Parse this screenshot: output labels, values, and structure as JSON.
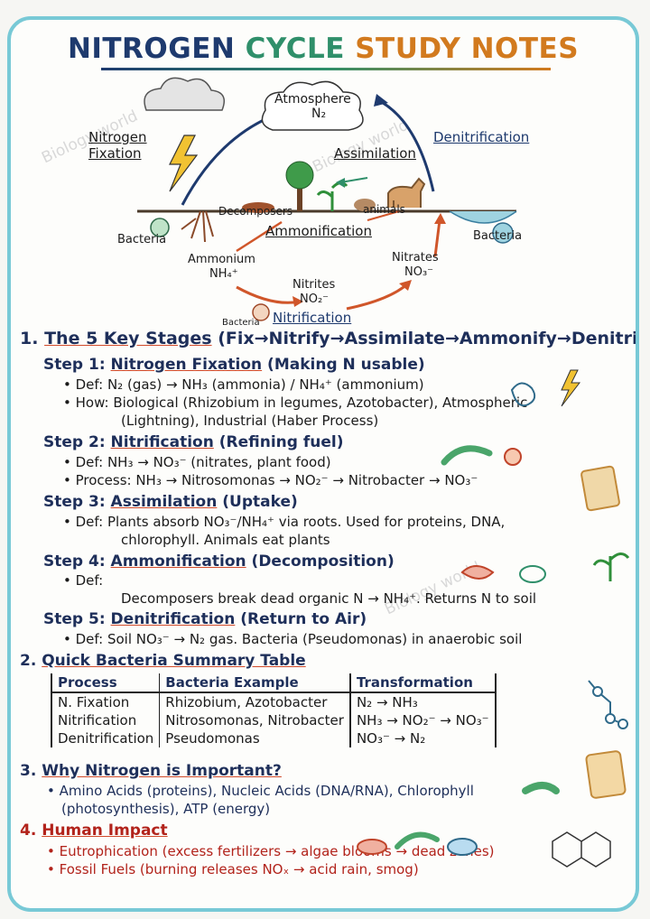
{
  "title": {
    "part1": "NITROGEN",
    "part2": "CYCLE",
    "part3": "STUDY NOTES"
  },
  "diagram": {
    "atmosphere": "Atmosphere",
    "atmosphere_formula": "N₂",
    "nitrogen_fixation": "Nitrogen",
    "nitrogen_fixation2": "Fixation",
    "denitrification": "Denitrification",
    "assimilation": "Assimilation",
    "decomposers": "Decomposers",
    "animals": "animals",
    "ammonification": "Ammonification",
    "bacteria_left": "Bacteria",
    "bacteria_right": "Bacteria",
    "bacteria_bottom": "Bacteria",
    "ammonium": "Ammonium",
    "ammonium_formula": "NH₄⁺",
    "nitrates": "Nitrates",
    "nitrates_formula": "NO₃⁻",
    "nitrites": "Nitrites",
    "nitrites_formula": "NO₂⁻",
    "nitrification": "Nitrification",
    "watermark": "Biology world"
  },
  "section1": {
    "number": "1.",
    "heading": "The 5 Key Stages",
    "subtitle": "(Fix→Nitrify→Assimilate→Ammonify→Denitrify)",
    "steps": [
      {
        "label": "Step 1:",
        "name": "Nitrogen Fixation",
        "note": "(Making N usable)",
        "lines": [
          "• Def: N₂ (gas) → NH₃ (ammonia) / NH₄⁺ (ammonium)",
          "• How: Biological (Rhizobium in legumes, Azotobacter), Atmospheric",
          "(Lightning), Industrial (Haber Process)"
        ]
      },
      {
        "label": "Step 2:",
        "name": "Nitrification",
        "note": "(Refining fuel)",
        "lines": [
          "• Def: NH₃ → NO₃⁻ (nitrates, plant food)",
          "• Process: NH₃ → Nitrosomonas → NO₂⁻ → Nitrobacter → NO₃⁻"
        ]
      },
      {
        "label": "Step 3:",
        "name": "Assimilation",
        "note": "(Uptake)",
        "lines": [
          "• Def: Plants absorb NO₃⁻/NH₄⁺ via roots. Used for proteins, DNA,",
          "chlorophyll. Animals eat plants"
        ]
      },
      {
        "label": "Step 4:",
        "name": "Ammonification",
        "note": "(Decomposition)",
        "lines": [
          "• Def:",
          "Decomposers break dead organic N → NH₄⁺. Returns N to soil"
        ]
      },
      {
        "label": "Step 5:",
        "name": "Denitrification",
        "note": "(Return to Air)",
        "lines": [
          "• Def: Soil NO₃⁻ → N₂ gas. Bacteria (Pseudomonas) in anaerobic soil"
        ]
      }
    ]
  },
  "section2": {
    "number": "2.",
    "heading": "Quick Bacteria Summary Table",
    "columns": [
      "Process",
      "Bacteria Example",
      "Transformation"
    ],
    "rows": [
      [
        "N. Fixation",
        "Rhizobium, Azotobacter",
        "N₂ → NH₃"
      ],
      [
        "Nitrification",
        "Nitrosomonas, Nitrobacter",
        "NH₃ → NO₂⁻ → NO₃⁻"
      ],
      [
        "Denitrification",
        "Pseudomonas",
        "NO₃⁻ → N₂"
      ]
    ]
  },
  "section3": {
    "number": "3.",
    "heading": "Why Nitrogen is Important?",
    "lines": [
      "• Amino Acids (proteins), Nucleic Acids (DNA/RNA), Chlorophyll",
      "(photosynthesis), ATP (energy)"
    ]
  },
  "section4": {
    "number": "4.",
    "heading": "Human Impact",
    "lines": [
      "• Eutrophication (excess fertilizers → algae blooms → dead zones)",
      "• Fossil Fuels (burning releases NOₓ → acid rain, smog)"
    ]
  },
  "colors": {
    "border": "#78c9d6",
    "navy": "#1e2f5a",
    "green": "#2f8f6a",
    "orange": "#d27a1e",
    "red": "#b2231b"
  }
}
